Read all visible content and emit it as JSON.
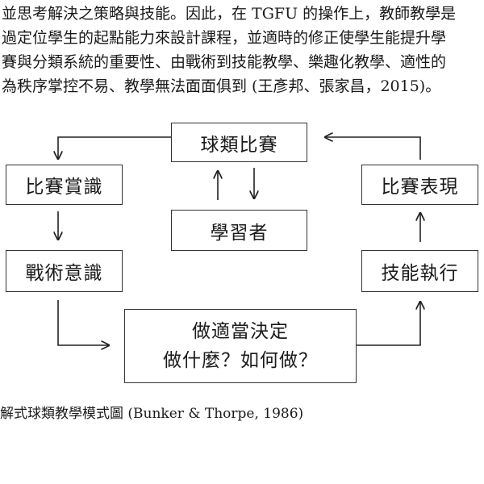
{
  "paragraph": {
    "lines": [
      "並思考解決之策略與技能。因此，在 TGFU 的操作上，教師教學是",
      "過定位學生的起點能力來設計課程，並適時的修正使學生能提升學",
      "賽與分類系統的重要性、由戰術到技能教學、樂趣化教學、適性的",
      "為秩序掌控不易、教學無法面面俱到 (王彥邦、張家昌，2015)。"
    ]
  },
  "diagram": {
    "nodes": {
      "game": "球類比賽",
      "appreciation": "比賽賞識",
      "learner": "學習者",
      "tactical_awareness": "戰術意識",
      "decision_line1": "做適當決定",
      "decision_line2": "做什麼？如何做？",
      "skill_execution": "技能執行",
      "performance": "比賽表現"
    }
  },
  "caption": "解式球類教學模式圖 (Bunker & Thorpe, 1986)"
}
